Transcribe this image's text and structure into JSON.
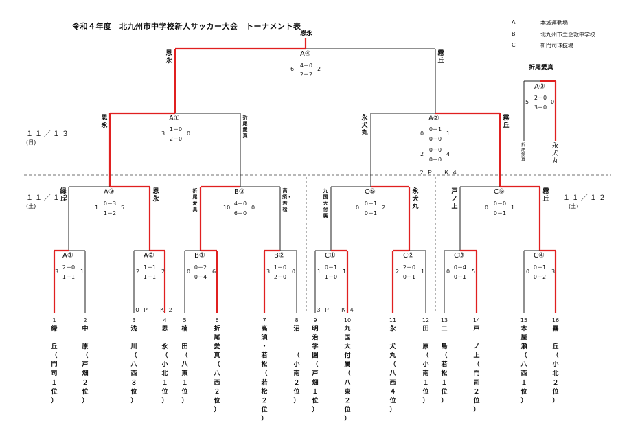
{
  "title": "令和４年度　北九州市中学校新人サッカー大会　トーナメント表",
  "legend": [
    {
      "key": "A",
      "value": "本城運動場"
    },
    {
      "key": "B",
      "value": "北九州市立企救中学校"
    },
    {
      "key": "C",
      "value": "新門司球技場"
    }
  ],
  "champion": "恩永",
  "final": {
    "venue": "A④",
    "left": "恩永",
    "right": "霧丘",
    "score": [
      "4－0",
      "2－2"
    ],
    "total_left": "6",
    "total_right": "2"
  },
  "third_place": {
    "header": "折尾愛真",
    "venue": "A③",
    "score": [
      "2－0",
      "3－0"
    ],
    "total_left": "5",
    "total_right": "0",
    "left": "折尾愛真",
    "right": "永犬丸"
  },
  "dates": {
    "round3": "１１／１３",
    "round3_day": "(日)",
    "round12_left": "１１／１２",
    "round12_left_day": "(土)",
    "round12_right": "１１／１２",
    "round12_right_day": "(土)"
  },
  "semis": [
    {
      "venue": "A①",
      "left": "恩永",
      "right": "折尾愛真",
      "score": [
        "1－0",
        "2－0"
      ],
      "total_left": "3",
      "total_right": "0"
    },
    {
      "venue": "A②",
      "left": "永犬丸",
      "right": "霧丘",
      "score": [
        "0－1",
        "0－0",
        "0－0",
        "0－0"
      ],
      "total_left": "0",
      "total_right": "1",
      "total_left2": "2",
      "total_right2": "4",
      "pk": "２Ｐ　Ｋ４"
    }
  ],
  "quarters": [
    {
      "venue": "A③",
      "left": "緑丘",
      "right": "恩永",
      "score": [
        "0－3",
        "1－2"
      ],
      "total_left": "1",
      "total_right": "5"
    },
    {
      "venue": "B③",
      "left": "折尾愛真",
      "right": "高須・若松",
      "score": [
        "4－0",
        "6－0"
      ],
      "total_left": "10",
      "total_right": "0"
    },
    {
      "venue": "C⑤",
      "left": "九国大付属",
      "right": "永犬丸",
      "score": [
        "0－1",
        "0－1"
      ],
      "total_left": "0",
      "total_right": "2"
    },
    {
      "venue": "C⑥",
      "left": "戸ノ上",
      "right": "霧丘",
      "score": [
        "0－0",
        "0－1"
      ],
      "total_left": "0",
      "total_right": "1"
    }
  ],
  "first_round": [
    {
      "venue": "A①",
      "score": [
        "2－0",
        "1－1"
      ],
      "total_left": "3",
      "total_right": "1"
    },
    {
      "venue": "A②",
      "score": [
        "1－1",
        "1－1"
      ],
      "total_left": "2",
      "total_right": "2",
      "pk": "０Ｐ　Ｋ２"
    },
    {
      "venue": "B①",
      "score": [
        "0－2",
        "0－4"
      ],
      "total_left": "0",
      "total_right": "6"
    },
    {
      "venue": "B②",
      "score": [
        "1－0",
        "2－0"
      ],
      "total_left": "3",
      "total_right": "0"
    },
    {
      "venue": "C①",
      "score": [
        "0－1",
        "1－0"
      ],
      "total_left": "1",
      "total_right": "1",
      "pk": "３Ｐ　Ｋ４"
    },
    {
      "venue": "C②",
      "score": [
        "2－0",
        "0－1"
      ],
      "total_left": "2",
      "total_right": "1"
    },
    {
      "venue": "C③",
      "score": [
        "0－4",
        "0－1"
      ],
      "total_left": "0",
      "total_right": "5"
    },
    {
      "venue": "C④",
      "score": [
        "0－1",
        "0－2"
      ],
      "total_left": "0",
      "total_right": "3"
    }
  ],
  "teams": [
    {
      "num": "1",
      "name": "緑\n\n丘\n（\n門\n司\n１\n位\n）"
    },
    {
      "num": "2",
      "name": "中\n\n原\n（\n戸\n畑\n２\n位\n）"
    },
    {
      "num": "3",
      "name": "浅\n\n川\n（\n八\n西\n３\n位\n）"
    },
    {
      "num": "4",
      "name": "恩\n\n永\n（\n小\n北\n１\n位\n）"
    },
    {
      "num": "5",
      "name": "楠\n\n田\n（\n八\n東\n１\n位\n）"
    },
    {
      "num": "6",
      "name": "折\n尾\n愛\n真\n（\n八\n西\n２\n位\n）"
    },
    {
      "num": "7",
      "name": "高\n須\n・\n若\n松\n（\n若\n松\n２\n位\n）"
    },
    {
      "num": "8",
      "name": "沼\n\n\n（\n小\n南\n２\n位\n）"
    },
    {
      "num": "9",
      "name": "明\n治\n学\n園\n（\n戸\n畑\n１\n位\n）"
    },
    {
      "num": "10",
      "name": "九\n国\n大\n付\n属\n（\n八\n東\n２\n位\n）"
    },
    {
      "num": "11",
      "name": "永\n\n犬\n丸\n（\n八\n西\n４\n位\n）"
    },
    {
      "num": "12",
      "name": "田\n\n原\n（\n小\n南\n１\n位\n）"
    },
    {
      "num": "13",
      "name": "二\n\n島\n（\n若\n松\n１\n位\n）"
    },
    {
      "num": "14",
      "name": "戸\n\nノ\n上\n（\n門\n司\n２\n位\n）"
    },
    {
      "num": "15",
      "name": "木\n屋\n瀬\n（\n八\n西\n１\n位\n）"
    },
    {
      "num": "16",
      "name": "霧\n\n丘\n（\n小\n北\n２\n位\n）"
    }
  ],
  "colors": {
    "winner_line": "#e02020",
    "line": "#222222"
  }
}
